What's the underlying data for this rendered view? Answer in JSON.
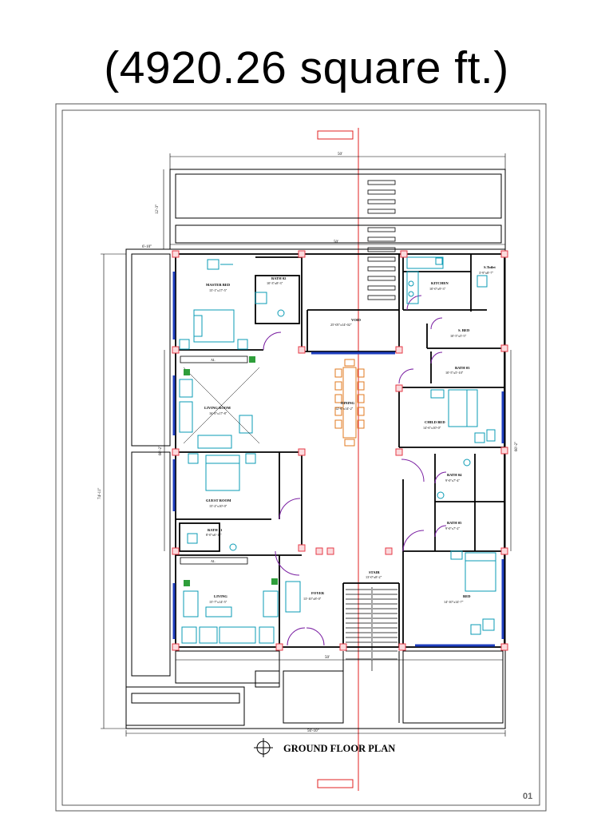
{
  "header": {
    "title": "(4920.26 square ft.)"
  },
  "dimensions": {
    "top_width": "50'",
    "inner_width": "50'",
    "setback_top": "12'-3\"",
    "setback_left": "6'-10\"",
    "overall_depth": "74'-11\"",
    "mid_left": "60'-2\"",
    "right_depth": "60'-2\"",
    "bottom_inner": "50'",
    "bottom_width": "56'-10\""
  },
  "rooms": {
    "master_bed": {
      "name": "MASTER BED",
      "size": "15'-1\"x17'-5\""
    },
    "bath_02": {
      "name": "BATH 02",
      "size": "10'-3\"x8'-3\""
    },
    "void": {
      "name": "VOID",
      "size": "25'-05\"x14'-02\""
    },
    "kitchen": {
      "name": "KITCHEN",
      "size": "10'-0\"x9'-3\""
    },
    "s_toilet": {
      "name": "S.Toilet",
      "size": "3'-9\"x8'-7\""
    },
    "s_bed": {
      "name": "S. BED",
      "size": "10'-5\"x5'-5\""
    },
    "bath_03": {
      "name": "BATH 03",
      "size": "10'-5\"x5'-10\""
    },
    "child_bed": {
      "name": "CHILD BED",
      "size": "14'-6\"x10'-0\""
    },
    "living_room": {
      "name": "LIVING ROOM",
      "size": "16'-0\"x17'-8\""
    },
    "dining": {
      "name": "DINING",
      "size": "12'-6\"x14'-2\""
    },
    "guest_room": {
      "name": "GUEST ROOM",
      "size": "15'-2\"x10'-0\""
    },
    "bath_04": {
      "name": "BATH 04",
      "size": "9'-0\"x7'-4\""
    },
    "bath_05": {
      "name": "BATH 05",
      "size": "9'-0\"x7'-2\""
    },
    "bath_01": {
      "name": "BATH 01",
      "size": "8'-0\"x6'-11\""
    },
    "stair": {
      "name": "STAIR",
      "size": "13'-0\"x8'-2\""
    },
    "living": {
      "name": "LIVING",
      "size": "15'-7\"x14'-5\""
    },
    "foyer": {
      "name": "FOYER",
      "size": "13'-10\"x8'-0\""
    },
    "bed": {
      "name": "BED",
      "size": "14'-10\"x14'-7\""
    }
  },
  "labels": {
    "ac_1": "AL",
    "ac_2": "AL"
  },
  "footer": {
    "plan_title": "GROUND FLOOR PLAN",
    "page_number": "01"
  },
  "colors": {
    "wall": "#000000",
    "furniture": "#0a9bb5",
    "column": "#e63946",
    "door": "#7a1fa2",
    "window": "#1f3fbf",
    "axis": "#e02020",
    "table": "#e07a1f",
    "plant": "#2e9e3a"
  }
}
